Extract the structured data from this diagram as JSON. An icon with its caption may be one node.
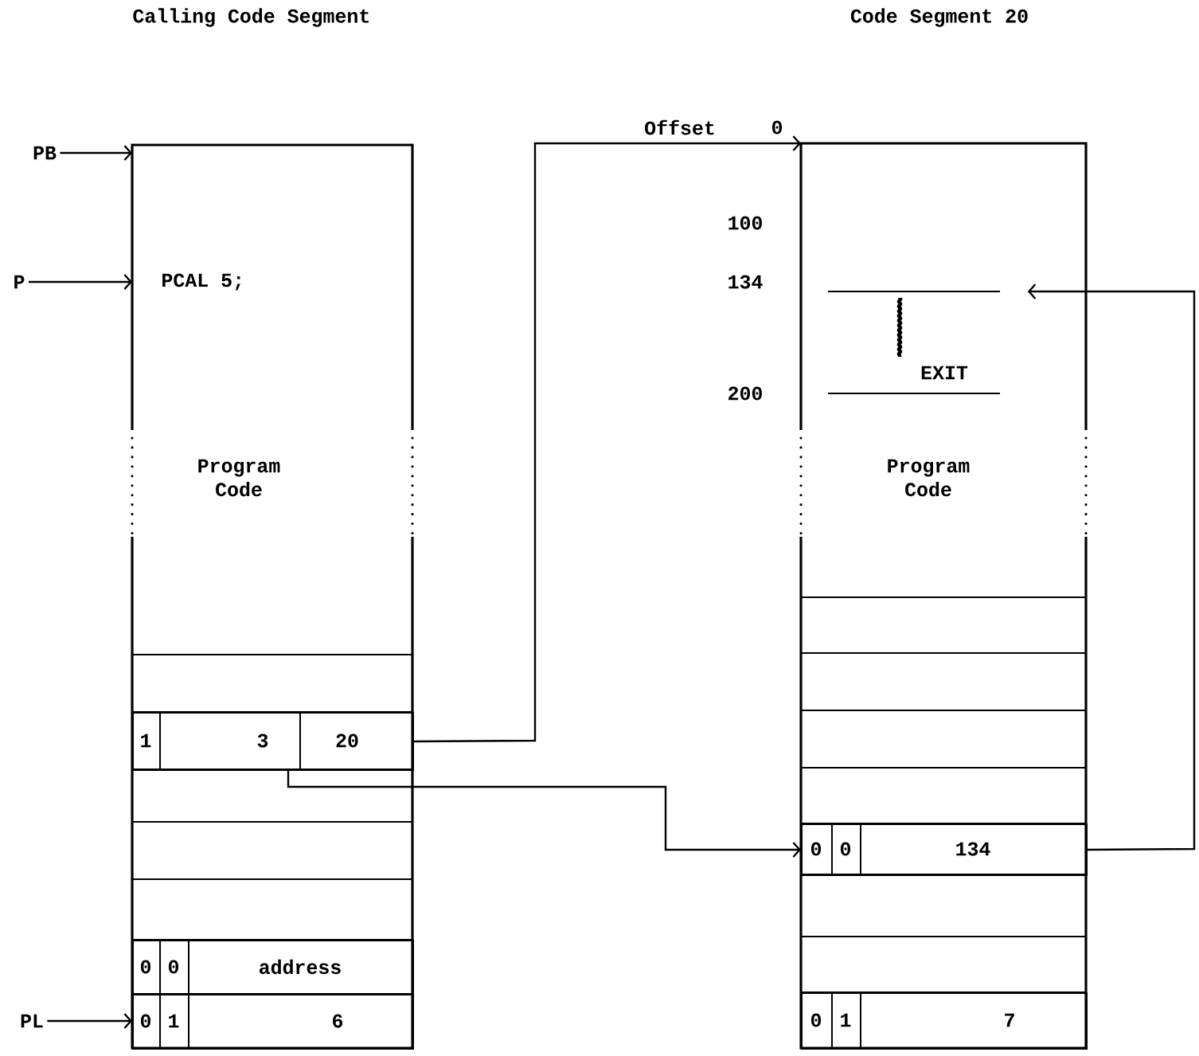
{
  "diagram": {
    "nodes": [
      {
        "text": [
          "Calling Code Segment",
          "PCAL 5;",
          "Program Code"
        ]
      },
      {
        "text": [
          "1"
        ],
        "in": 0
      },
      {
        "text": [
          "3"
        ],
        "in": 0
      },
      {
        "text": [
          "20"
        ],
        "in": 0
      },
      {
        "text": [
          "0"
        ],
        "in": 0
      },
      {
        "text": [
          "0"
        ],
        "in": 0
      },
      {
        "text": [
          "address"
        ],
        "in": 0
      },
      {
        "text": [
          "0"
        ],
        "in": 0
      },
      {
        "text": [
          "1"
        ],
        "in": 0
      },
      {
        "text": [
          "6"
        ],
        "in": 0
      },
      {
        "text": [
          "Code Segment 20",
          "Program Code"
        ]
      },
      {
        "text": [
          "EXIT"
        ],
        "in": 10
      },
      {
        "text": [
          "0"
        ],
        "in": 10
      },
      {
        "text": [
          "0"
        ],
        "in": 10
      },
      {
        "text": [
          "134"
        ],
        "in": 10
      },
      {
        "text": [
          "0"
        ],
        "in": 10
      },
      {
        "text": [
          "1"
        ],
        "in": 10
      },
      {
        "text": [
          "7"
        ],
        "in": 10
      },
      {
        "text": [
          "PB"
        ]
      },
      {
        "text": [
          "P"
        ]
      },
      {
        "text": [
          "PL"
        ]
      }
    ],
    "edges": [
      {
        "from": 18,
        "to": 0,
        "arrow": "to"
      },
      {
        "from": 19,
        "to": 0,
        "arrow": "to"
      },
      {
        "from": 20,
        "to": 7,
        "arrow": "to"
      },
      {
        "from": 3,
        "to": 10,
        "arrow": "to"
      },
      {
        "from": 2,
        "to": 12,
        "arrow": "to"
      },
      {
        "from": 14,
        "to": 11,
        "arrow": "to"
      }
    ],
    "labels": [
      "Offset",
      "0",
      "100",
      "134",
      "200"
    ]
  }
}
